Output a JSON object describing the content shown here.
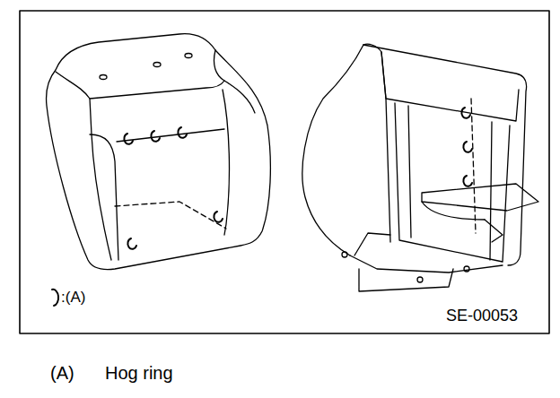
{
  "diagram": {
    "labels": [
      ":(A)",
      "SE-00053",
      "(A)",
      "Hog ring"
    ]
  }
}
